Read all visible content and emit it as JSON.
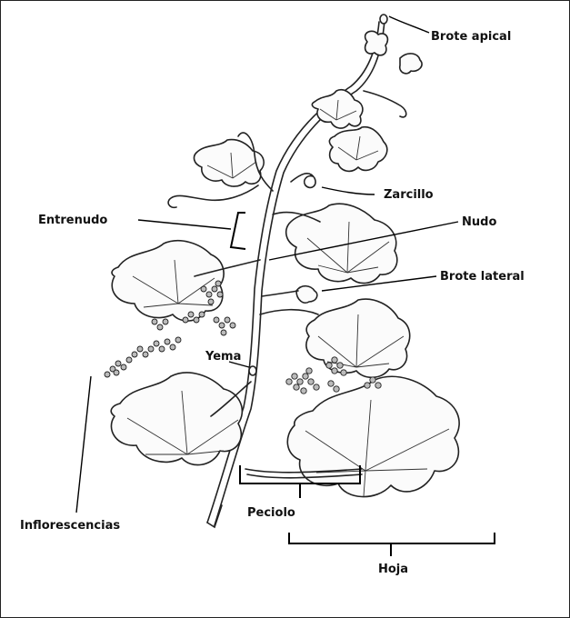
{
  "diagram": {
    "labels": {
      "brote_apical": "Brote apical",
      "zarcillo": "Zarcillo",
      "entrenudo": "Entrenudo",
      "nudo": "Nudo",
      "brote_lateral": "Brote lateral",
      "yema": "Yema",
      "inflorescencias": "Inflorescencias",
      "peciolo": "Peciolo",
      "hoja": "Hoja"
    }
  }
}
